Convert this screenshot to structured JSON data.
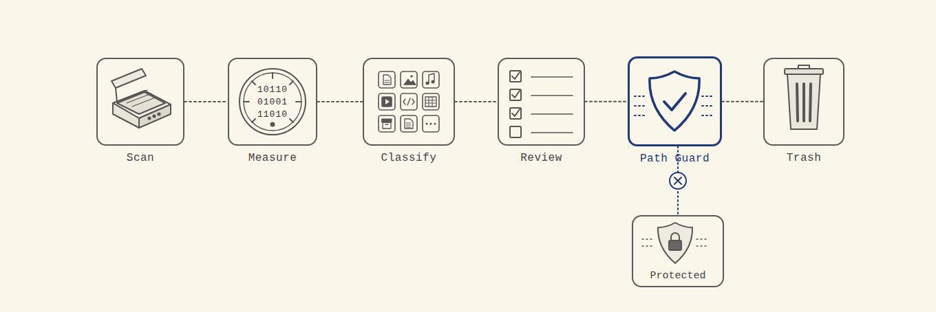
{
  "diagram": {
    "nodes": [
      {
        "text": [
          "Scan"
        ]
      },
      {
        "text": [
          "Measure"
        ]
      },
      {
        "text": [
          "Classify"
        ]
      },
      {
        "text": [
          "Review"
        ]
      },
      {
        "text": [
          "Path Guard"
        ]
      },
      {
        "text": [
          "Trash"
        ]
      },
      {
        "text": [
          "Protected"
        ]
      }
    ],
    "edges": [
      {
        "from": 0,
        "to": 1,
        "arrow": "none"
      },
      {
        "from": 1,
        "to": 2,
        "arrow": "none"
      },
      {
        "from": 2,
        "to": 3,
        "arrow": "none"
      },
      {
        "from": 3,
        "to": 4,
        "arrow": "none"
      },
      {
        "from": 4,
        "to": 5,
        "arrow": "none"
      },
      {
        "from": 4,
        "to": 6,
        "arrow": "none"
      }
    ],
    "labels": [
      "10110",
      "01001",
      "11010"
    ]
  }
}
